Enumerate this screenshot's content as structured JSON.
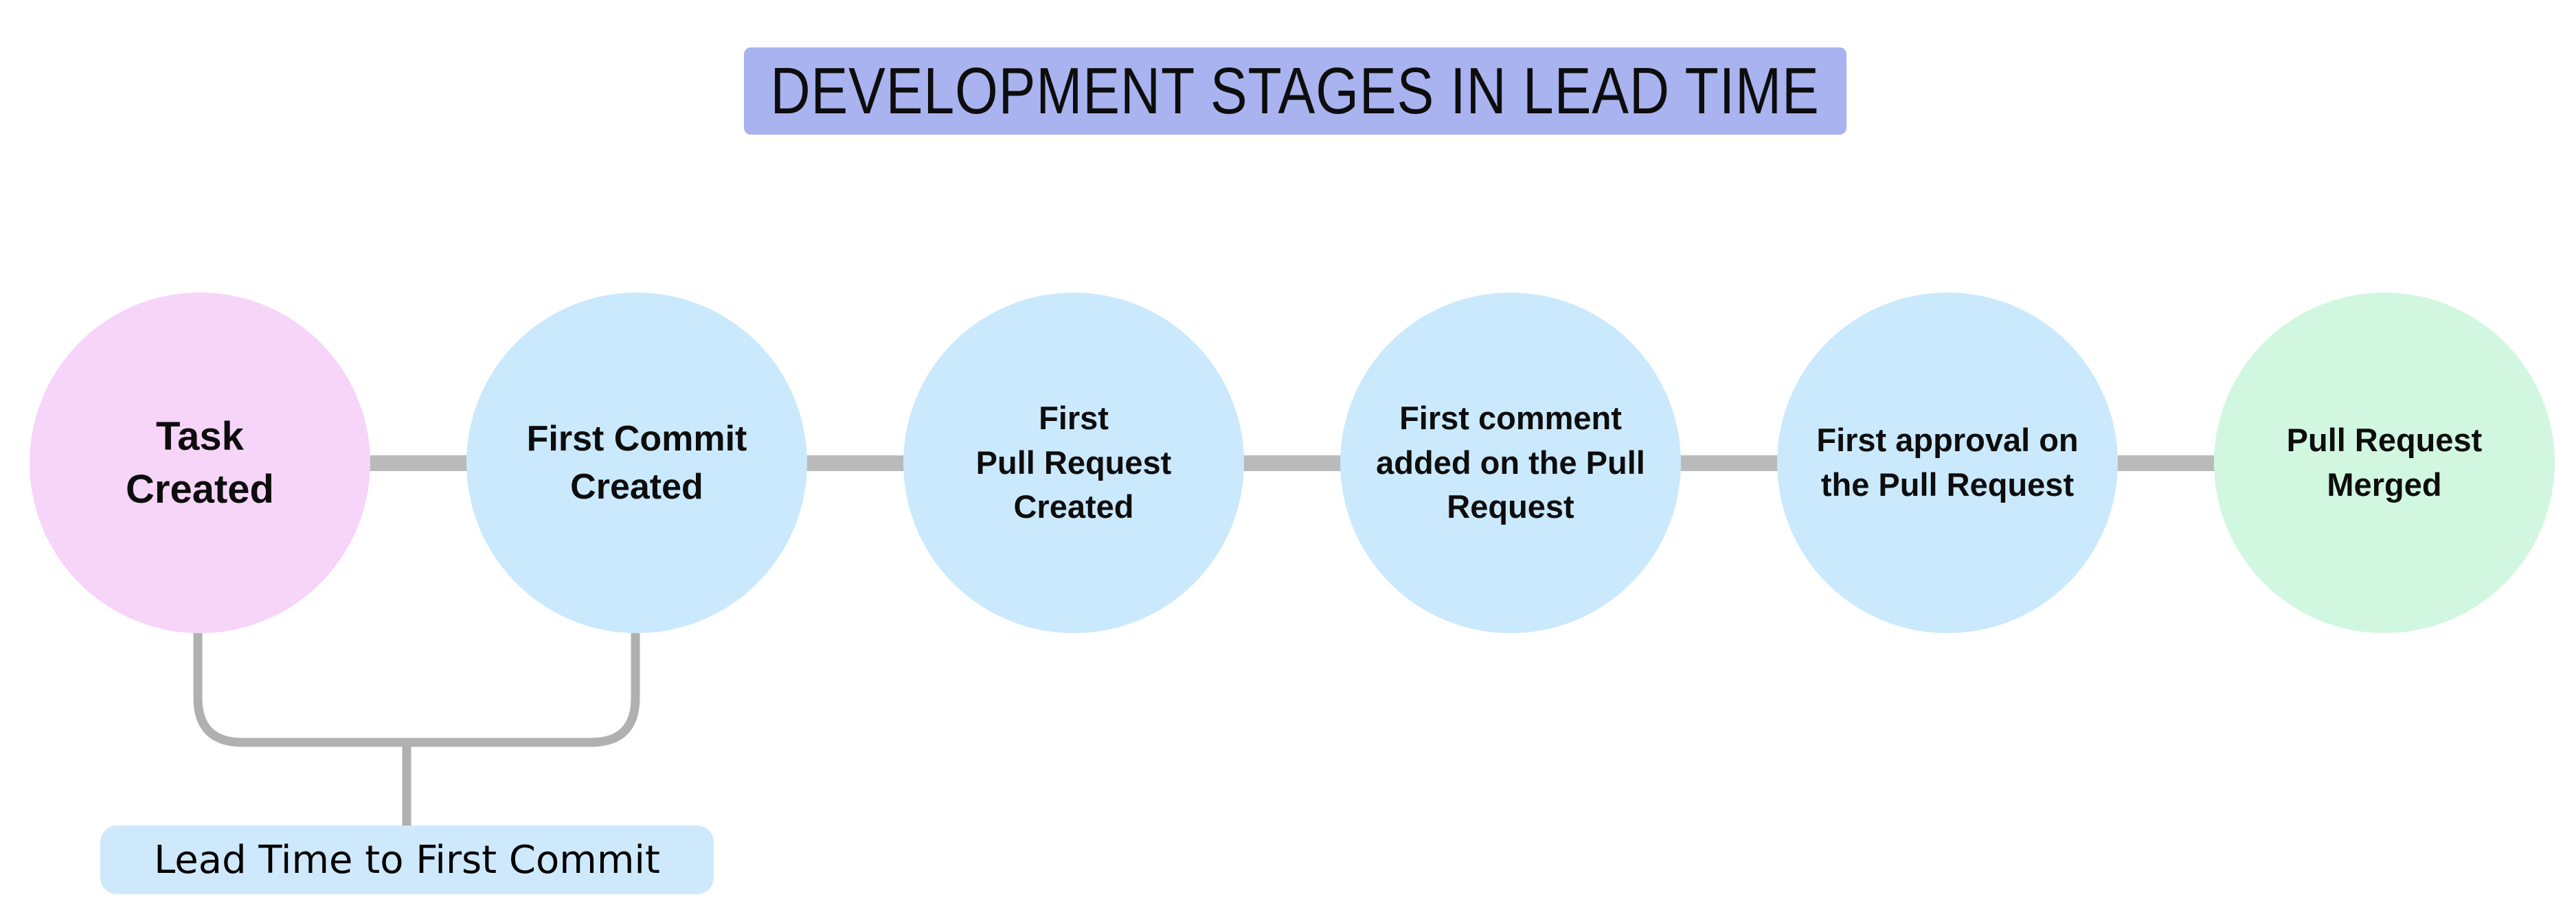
{
  "title": {
    "text": "DEVELOPMENT STAGES IN LEAD TIME",
    "bg_color": "#a9b3f0"
  },
  "stages": [
    {
      "label": "Task Created",
      "lines": [
        "Task",
        "Created"
      ],
      "color": "#f6d5f9"
    },
    {
      "label": "First Commit Created",
      "lines": [
        "First Commit",
        "Created"
      ],
      "color": "#cbe9fc"
    },
    {
      "label": "First Pull Request Created",
      "lines": [
        "First",
        "Pull Request",
        "Created"
      ],
      "color": "#cbe9fc"
    },
    {
      "label": "First comment added on the Pull Request",
      "lines": [
        "First comment",
        "added on the Pull",
        "Request"
      ],
      "color": "#cbe9fc"
    },
    {
      "label": "First approval on the Pull Request",
      "lines": [
        "First approval on",
        "the Pull Request"
      ],
      "color": "#cbe9fc"
    },
    {
      "label": "Pull Request Merged",
      "lines": [
        "Pull Request",
        "Merged"
      ],
      "color": "#d2f7e1"
    }
  ],
  "annotation": {
    "label": "Lead Time to First Commit",
    "bg_color": "#cfe9fc"
  },
  "colors": {
    "background": "#ffffff",
    "connector": "#bababa",
    "bracket": "#b0b0b0",
    "text": "#0d0d0d"
  }
}
